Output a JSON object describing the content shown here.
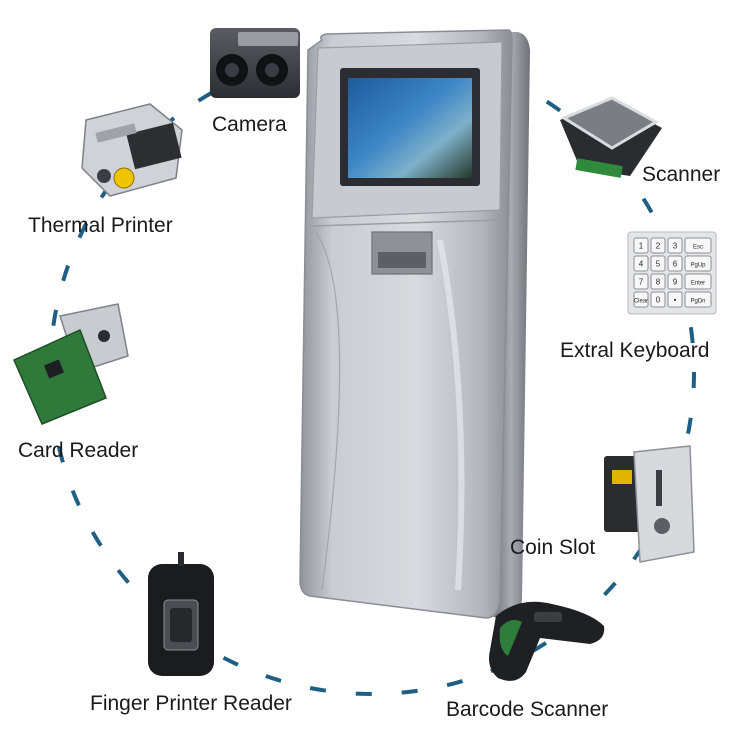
{
  "labels": {
    "camera": "Camera",
    "scanner": "Scanner",
    "thermal_printer": "Thermal Printer",
    "extra_keyboard": "Extral Keyboard",
    "card_reader": "Card Reader",
    "coin_slot": "Coin Slot",
    "finger_reader": "Finger Printer Reader",
    "barcode_scanner": "Barcode Scanner"
  },
  "keypad": {
    "rows": [
      [
        "1",
        "2",
        "3",
        "Esc"
      ],
      [
        "4",
        "5",
        "6",
        "PgUp"
      ],
      [
        "7",
        "8",
        "9",
        "Enter"
      ],
      [
        "Clear",
        "0",
        "•",
        "PgDn"
      ]
    ]
  },
  "colors": {
    "ring_dash": "#1f5f86",
    "kiosk_body": "#b9bdc5",
    "kiosk_dark": "#6e7178",
    "screen_blue": "#2a6fb0",
    "text": "#1a1a1a"
  }
}
